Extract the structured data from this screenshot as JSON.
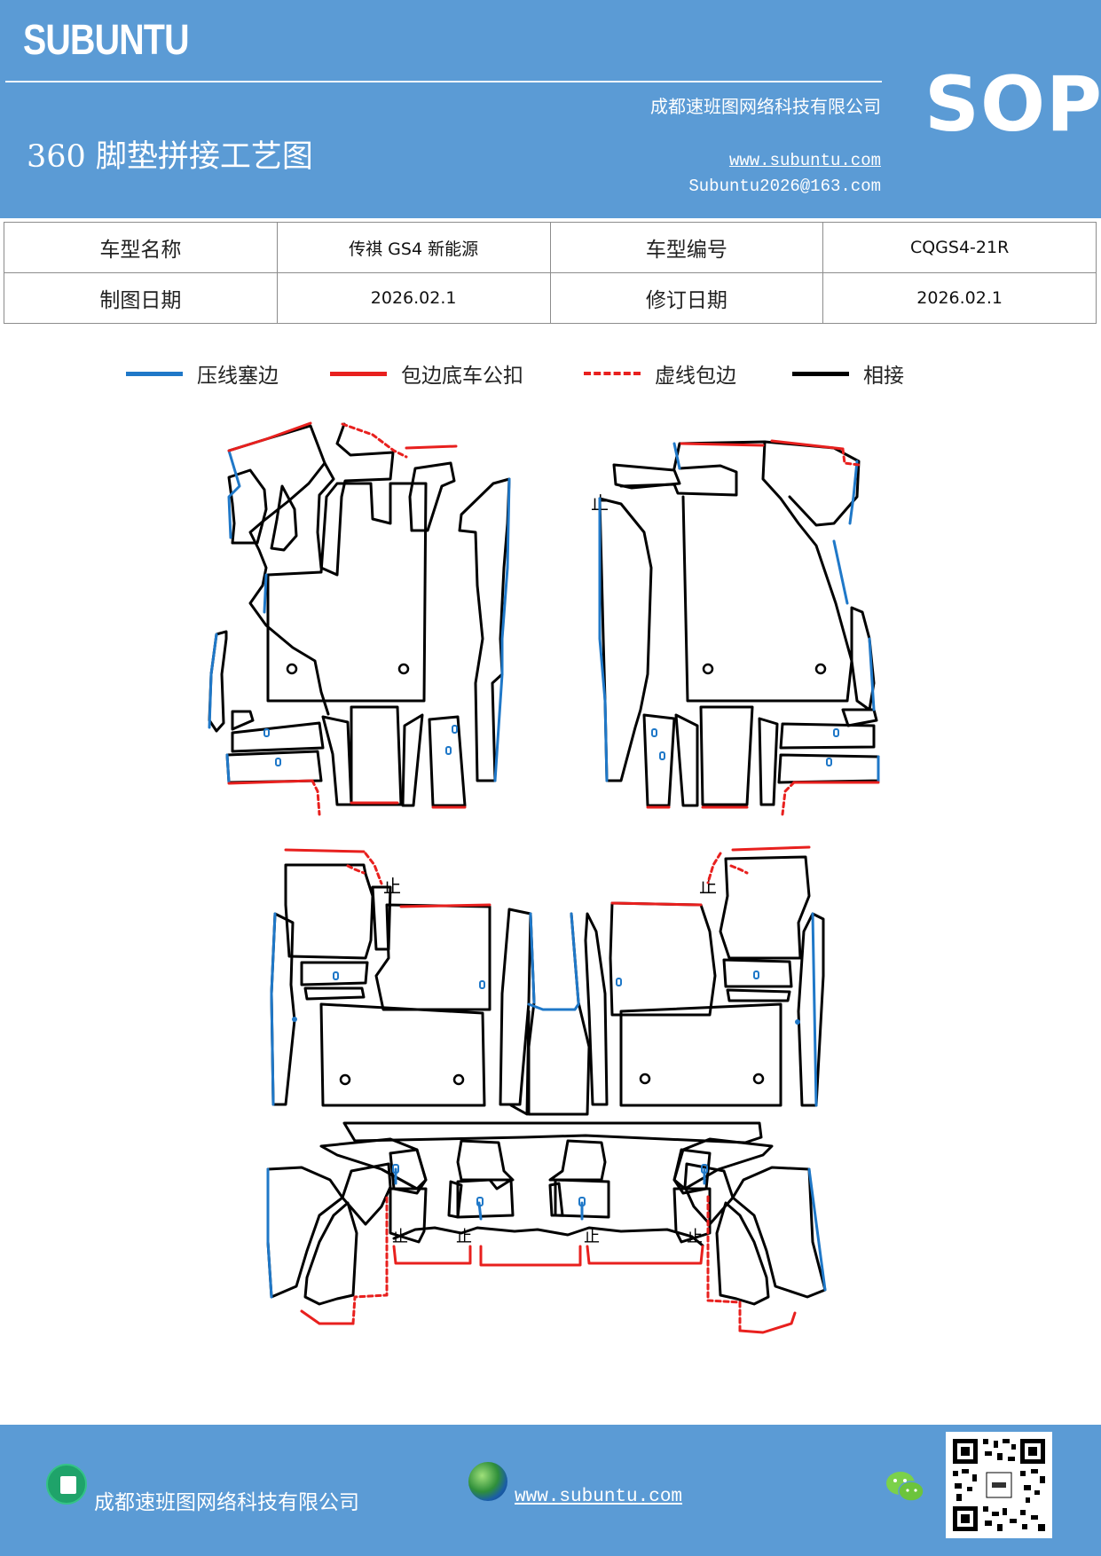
{
  "header": {
    "brand": "SUBUNTU",
    "company": "成都速班图网络科技有限公司",
    "title": "360 脚垫拼接工艺图",
    "website": "www.subuntu.com",
    "email": "Subuntu2026@163.com",
    "badge": "SOP"
  },
  "info_table": {
    "model_name_label": "车型名称",
    "model_name_value": "传祺 GS4 新能源",
    "model_code_label": "车型编号",
    "model_code_value": "CQGS4-21R",
    "draw_date_label": "制图日期",
    "draw_date_value": "2026.02.1",
    "revise_date_label": "修订日期",
    "revise_date_value": "2026.02.1"
  },
  "legend": [
    {
      "label": "压线塞边",
      "color": "#1f78c8",
      "style": "solid"
    },
    {
      "label": "包边底车公扣",
      "color": "#e8201e",
      "style": "solid"
    },
    {
      "label": "虚线包边",
      "color": "#e8201e",
      "style": "dashed"
    },
    {
      "label": "相接",
      "color": "#000000",
      "style": "solid"
    }
  ],
  "footer": {
    "company": "成都速班图网络科技有限公司",
    "website": "www.subuntu.com ",
    "company_icon": "building-icon",
    "web_icon": "globe-icon",
    "social_icon": "wechat-icon",
    "qr_icon": "qr-code-icon"
  }
}
